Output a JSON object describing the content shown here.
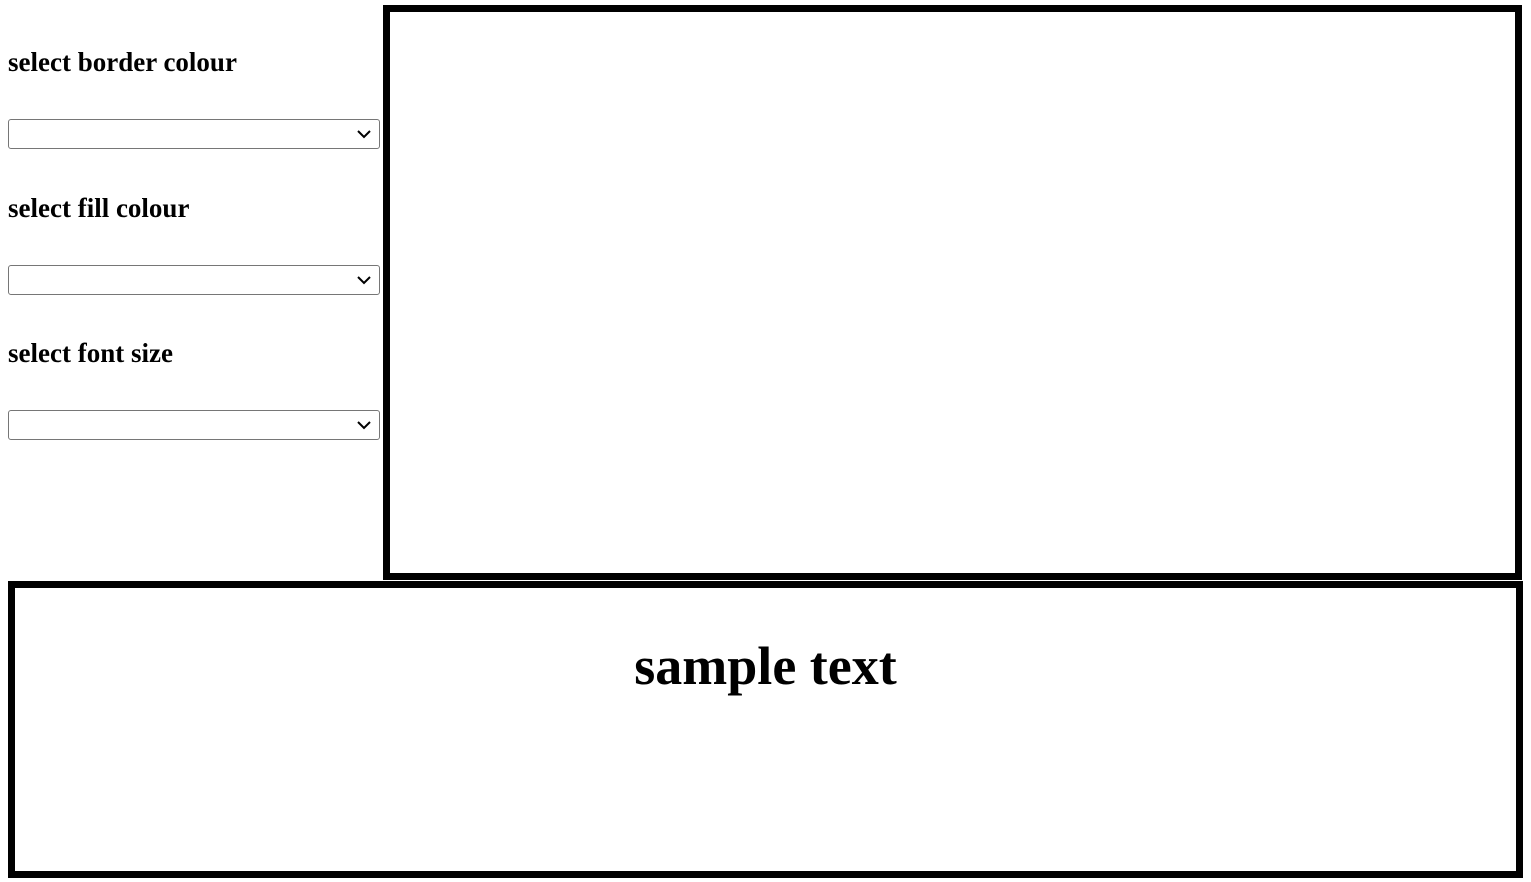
{
  "controls": {
    "border_colour": {
      "label": "select border colour",
      "selected_value": ""
    },
    "fill_colour": {
      "label": "select fill colour",
      "selected_value": ""
    },
    "font_size": {
      "label": "select font size",
      "selected_value": ""
    }
  },
  "preview": {
    "border_color": "#000000",
    "fill_color": "#ffffff"
  },
  "sample": {
    "text": "sample text"
  },
  "icons": {
    "dropdown": "chevron-down-icon"
  }
}
